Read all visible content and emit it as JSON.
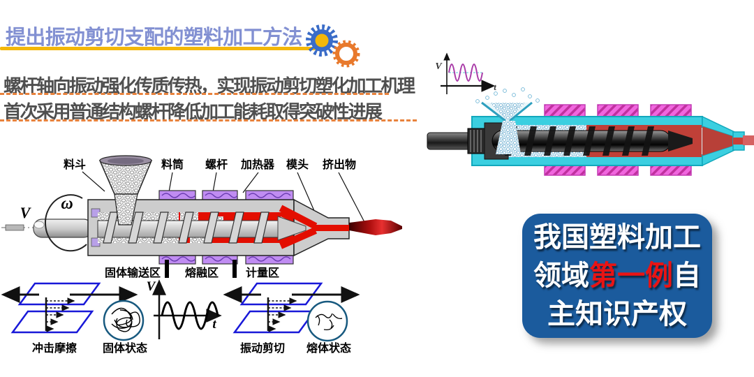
{
  "header": {
    "title": "提出振动剪切支配的塑料加工方法",
    "title_color": "#8290D2",
    "underline_color": "#F3B70A",
    "gear_blue_color": "#3A6CC8",
    "gear_orange_color": "#E8792C"
  },
  "bullets": {
    "line1": "螺杆轴向振动强化传质传热，实现振动剪切塑化加工机理",
    "line2": "首次采用普通结构螺杆降低加工能耗取得突破性进展",
    "text_color": "#4F4F4F",
    "divider_color": "#E8823C"
  },
  "extruder_diagram": {
    "part_labels": {
      "hopper": "料斗",
      "barrel": "料筒",
      "screw": "螺杆",
      "heater": "加热器",
      "die": "模头",
      "extrudate": "挤出物"
    },
    "axial_velocity_symbol": "V",
    "rotation_symbol": "ω",
    "zones": [
      {
        "label": "固体输送区"
      },
      {
        "label": "熔融区"
      },
      {
        "label": "计量区"
      }
    ],
    "heater_color": "#C08CF2",
    "melt_color": "#E30E00"
  },
  "mechanism_row": {
    "left_plane_label": "冲击摩擦",
    "left_circle_label": "固体状态",
    "right_plane_label": "振动剪切",
    "right_circle_label": "熔体状态",
    "wave": {
      "y_axis": "V",
      "x_axis": "t"
    },
    "plane_color": "#1818D8"
  },
  "right_panel": {
    "wave_inset": {
      "y_axis": "V",
      "x_axis": "t",
      "wave_color": "#A93CA8"
    },
    "barrel_color": "#3BCFE0",
    "heater_color": "#F066DE",
    "melt_color": "#C04038"
  },
  "claim_box": {
    "bg_color": "#1B5B9D",
    "line1": "我国塑料加工",
    "line2_pre": "领域",
    "line2_highlight": "第一例",
    "line2_post": "自",
    "line3": "主知识产权",
    "highlight_color": "#E81414"
  }
}
